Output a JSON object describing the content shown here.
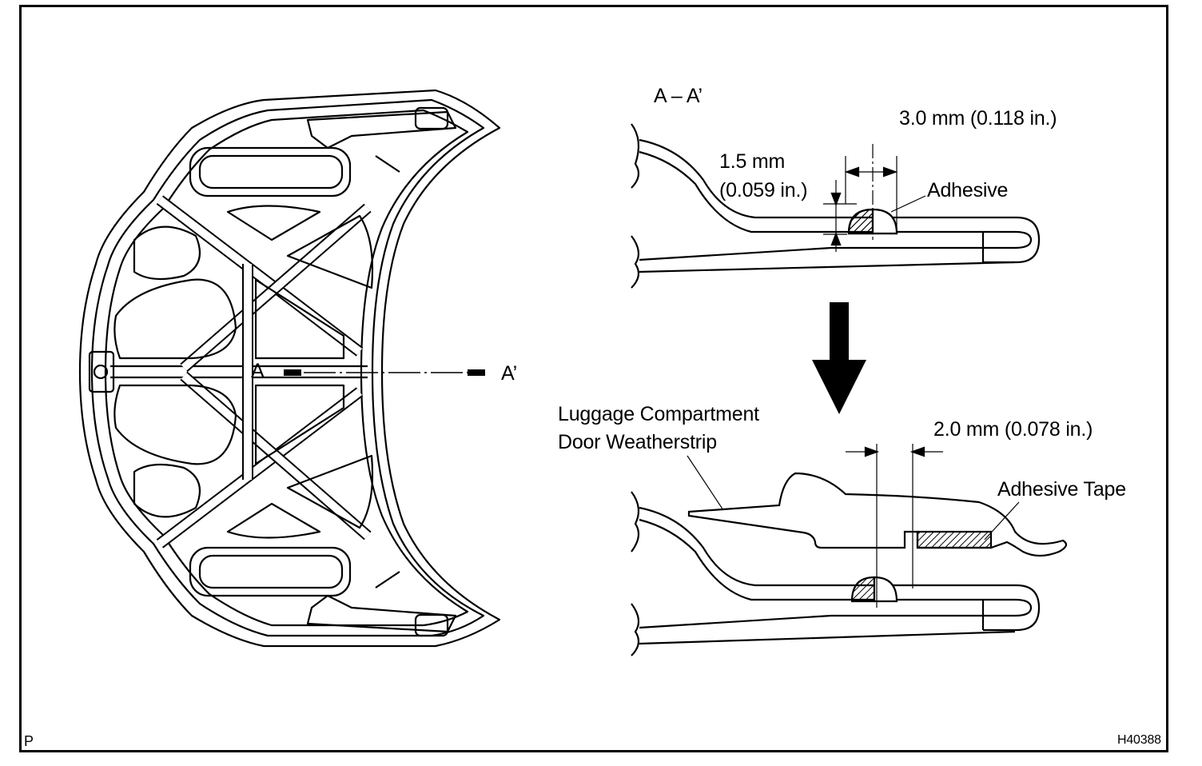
{
  "diagram": {
    "section_label_a": "A",
    "section_label_a_prime": "A’",
    "section_title": "A – A’",
    "dim_width": "3.0 mm (0.118 in.)",
    "dim_height_line1": "1.5 mm",
    "dim_height_line2": "(0.059 in.)",
    "adhesive": "Adhesive",
    "weatherstrip_line1": "Luggage Compartment",
    "weatherstrip_line2": "Door Weatherstrip",
    "dim_offset": "2.0 mm (0.078 in.)",
    "adhesive_tape": "Adhesive Tape",
    "corner_mark": "P",
    "figure_code": "H40388"
  },
  "colors": {
    "line": "#000000",
    "background": "#ffffff"
  }
}
